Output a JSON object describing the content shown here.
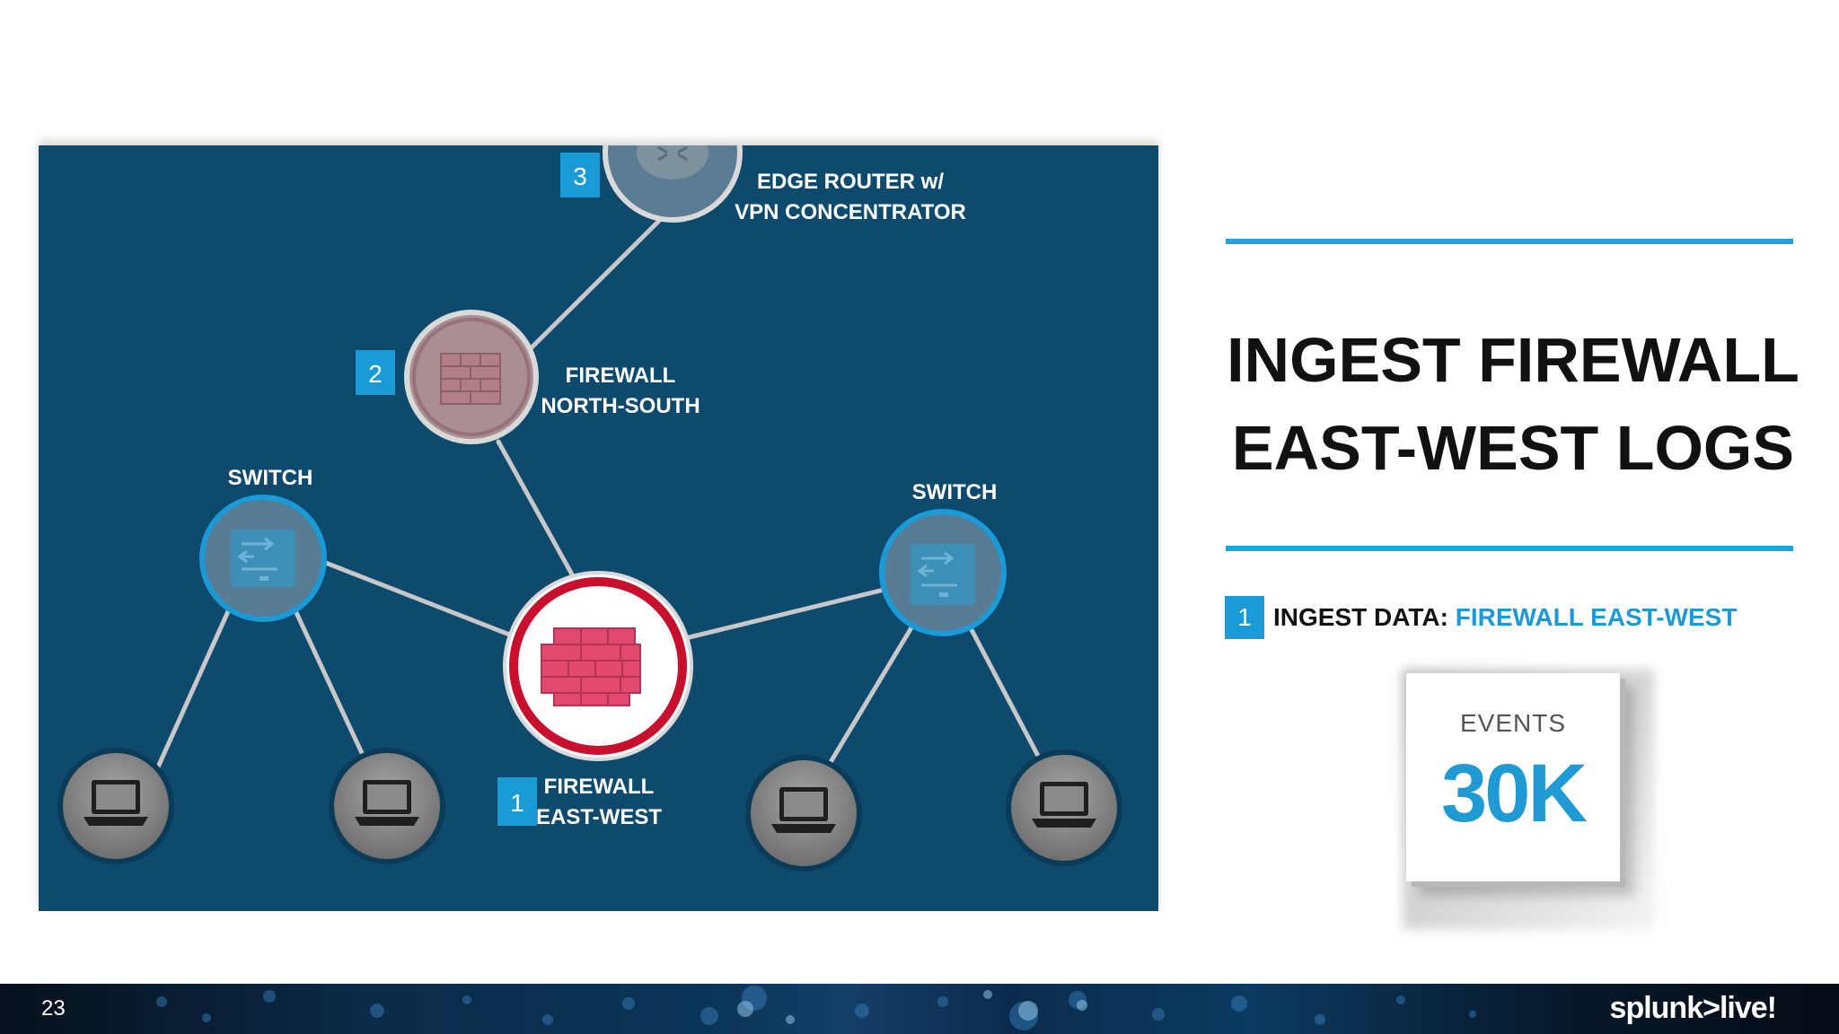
{
  "diagram": {
    "nodes": {
      "edge_router": {
        "label_line1": "EDGE ROUTER w/",
        "label_line2": "VPN CONCENTRATOR",
        "badge": "3"
      },
      "firewall_ns": {
        "label_line1": "FIREWALL",
        "label_line2": "NORTH-SOUTH",
        "badge": "2"
      },
      "firewall_ew": {
        "label_line1": "FIREWALL",
        "label_line2": "EAST-WEST",
        "badge": "1"
      },
      "switch_left": {
        "label": "SWITCH"
      },
      "switch_right": {
        "label": "SWITCH"
      }
    },
    "colors": {
      "panel": "#0e4a6e",
      "accent": "#1a9ad6",
      "firewall_red": "#c8102e",
      "brick_pink": "#e14a6e"
    }
  },
  "title": {
    "line1": "INGEST FIREWALL",
    "line2": "EAST-WEST LOGS"
  },
  "step": {
    "number": "1",
    "label": "INGEST DATA:",
    "highlight": "FIREWALL EAST-WEST"
  },
  "events_card": {
    "label": "EVENTS",
    "value": "30K"
  },
  "footer": {
    "page_number": "23",
    "brand": "splunk>live!"
  }
}
